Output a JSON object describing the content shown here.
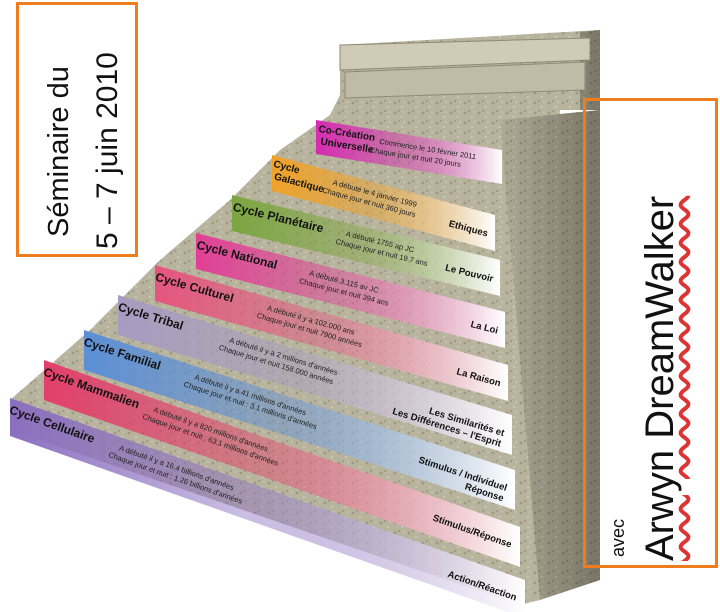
{
  "seminar": {
    "line1": "Séminaire du",
    "line2": "5 – 7 juin 2010"
  },
  "speaker": {
    "prefix": "avec",
    "name": "Arwyn DreamWalker"
  },
  "colors": {
    "frame": "#ee7d1e",
    "stone": "#b8b39d"
  },
  "steps": [
    {
      "name": "Co-Création Universelle",
      "l1": "Commence le 10 février 2011",
      "l2": "Chaque jour et nuit 20 jours",
      "right": "",
      "color": "#d62bb0"
    },
    {
      "name": "Cycle Galactique",
      "l1": "A débuté le 4 janvier 1999",
      "l2": "Chaque jour et nuit 360 jours",
      "right": "Ethiques",
      "color": "#f0a227"
    },
    {
      "name": "Cycle Planétaire",
      "l1": "A débuté 1755 ap JC",
      "l2": "Chaque jour et nuit 19.7 ans",
      "right": "Le Pouvoir",
      "color": "#7ba640"
    },
    {
      "name": "Cycle National",
      "l1": "A débuté 3.115 av JC",
      "l2": "Chaque jour et nuit 394 ans",
      "right": "La Loi",
      "color": "#e13f96"
    },
    {
      "name": "Cycle Culturel",
      "l1": "A débuté il y a 102.000 ans",
      "l2": "Chaque jour et nuit 7900 années",
      "right": "La Raison",
      "color": "#e5557e"
    },
    {
      "name": "Cycle Tribal",
      "l1": "A débuté il y a 2 millions d'années",
      "l2": "Chaque jour et nuit 158.000 années",
      "right": "Les Similarités et|Les Différences – l'Esprit",
      "color": "#a99ac2"
    },
    {
      "name": "Cycle Familial",
      "l1": "A débuté il y a 41 millions d'années",
      "l2": "Chaque jour et nuit : 3.1 millions d'années",
      "right": "Stimulus / Individuel|Réponse",
      "color": "#5b8fd6"
    },
    {
      "name": "Cycle Mammalien",
      "l1": "A débuté il y a 820 millions d'années",
      "l2": "Chaque jour et nuit : 63.1 millions d'années",
      "right": "Stimulus/Réponse",
      "color": "#e23f6a"
    },
    {
      "name": "Cycle Cellulaire",
      "l1": "A débuté  il y a 16.4 billions d'années",
      "l2": "Chaque jour et nuit : 1.26 billions d'années",
      "right": "Action/Réaction",
      "color": "#8b6fc0"
    }
  ]
}
